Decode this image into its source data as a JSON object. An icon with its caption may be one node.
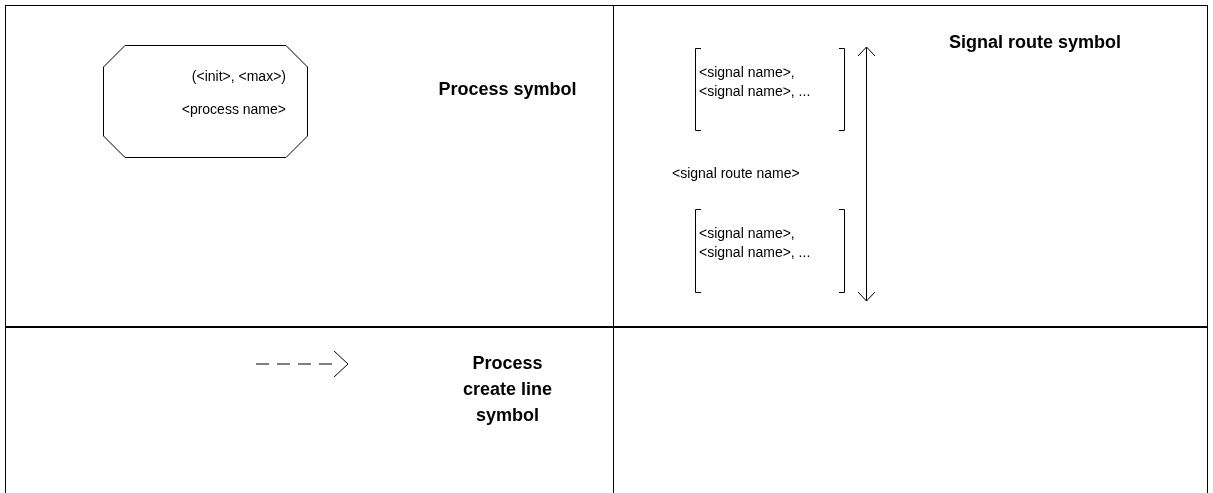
{
  "diagram": {
    "nodes": [
      {
        "text": [
          "(<init>, <max>)",
          "<process name>"
        ]
      }
    ],
    "labels": [
      "Process symbol",
      "<signal name>, <signal name>, ...",
      "Signal route symbol",
      "<signal route name>",
      "<signal name>, <signal name>, ...",
      "Process create line symbol"
    ]
  }
}
